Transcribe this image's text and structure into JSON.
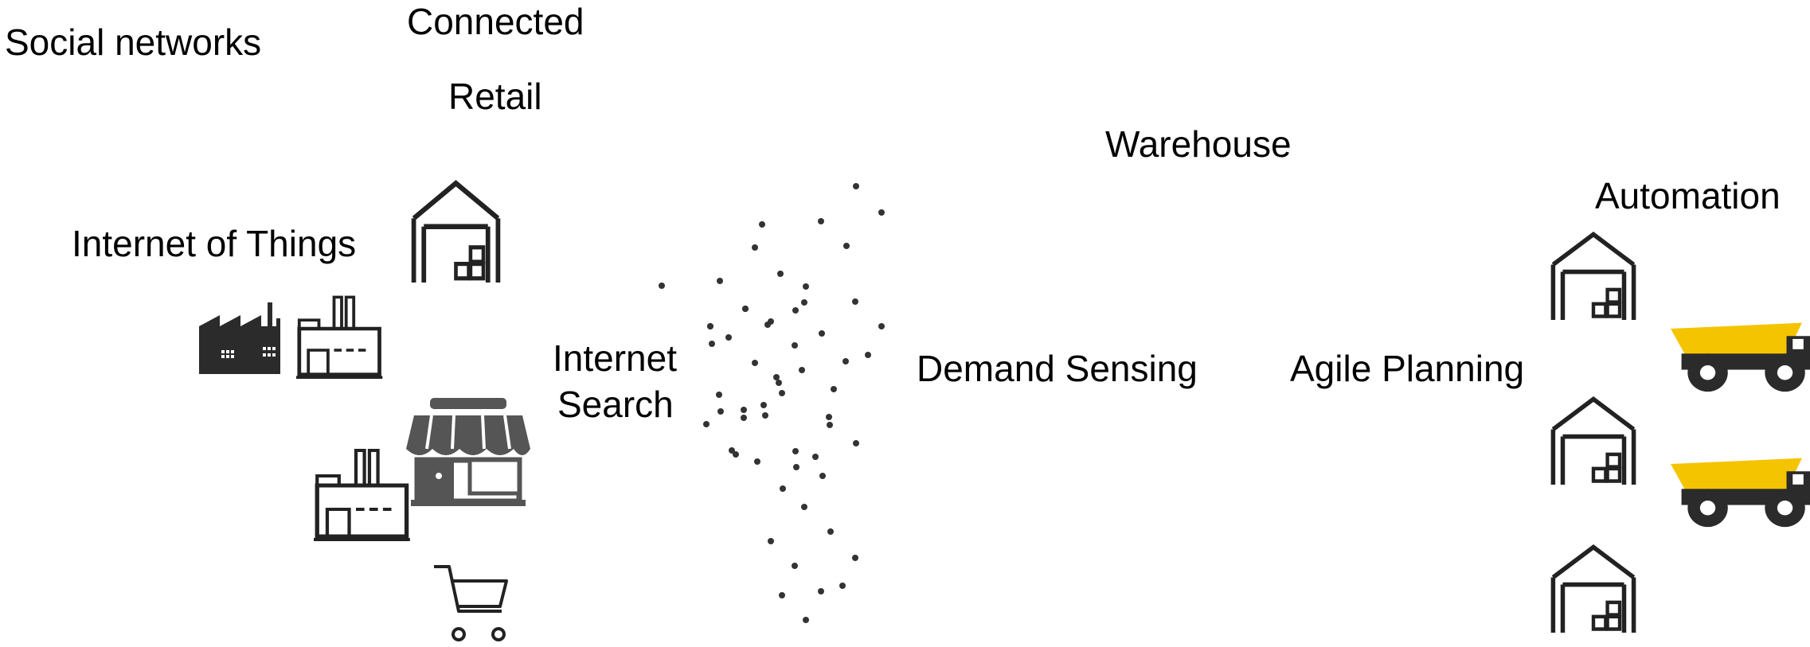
{
  "labels": {
    "social": "Social networks",
    "connected": "Connected",
    "retail": "Retail",
    "iot": "Internet of Things",
    "internet": "Internet",
    "search": "Search",
    "demand": "Demand Sensing",
    "warehouse": "Warehouse",
    "automation": "Automation",
    "agile": "Agile Planning"
  },
  "icons": {
    "warehouse_icon": "warehouse-icon",
    "factory_icon": "factory-icon",
    "store_icon": "store-icon",
    "cart_icon": "shopping-cart-icon",
    "truck_icon": "dump-truck-icon"
  },
  "colors": {
    "outline": "#222222",
    "solid_icon": "#2b2b2b",
    "store": "#555555",
    "truck_body": "#f5c400",
    "dots": "#333333"
  }
}
